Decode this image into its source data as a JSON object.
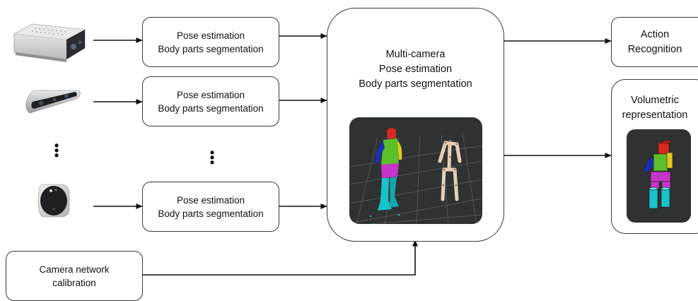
{
  "cameras": [
    {
      "name": "camera-1-icon"
    },
    {
      "name": "camera-2-icon"
    },
    {
      "name": "camera-3-icon"
    }
  ],
  "ellipsis": "⋮",
  "pose_boxes": [
    {
      "line1": "Pose estimation",
      "line2": "Body parts segmentation"
    },
    {
      "line1": "Pose estimation",
      "line2": "Body parts segmentation"
    },
    {
      "line1": "Pose estimation",
      "line2": "Body parts segmentation"
    }
  ],
  "calibration": {
    "line1": "Camera network",
    "line2": "calibration"
  },
  "multi_camera": {
    "line1": "Multi-camera",
    "line2": "Pose estimation",
    "line3": "Body parts segmentation"
  },
  "action": {
    "line1": "Action",
    "line2": "Recognition"
  },
  "volumetric": {
    "line1": "Volumetric",
    "line2": "representation"
  },
  "colors": {
    "stroke": "#3a3a3a",
    "render_bg": "#2f3233",
    "head": "#d9281e",
    "torso": "#5bbf2a",
    "arm_left": "#1a2fb5",
    "arm_right": "#e2c91c",
    "hips": "#c734c9",
    "legs": "#18c3c9",
    "skeleton": "#e8cdb4"
  }
}
